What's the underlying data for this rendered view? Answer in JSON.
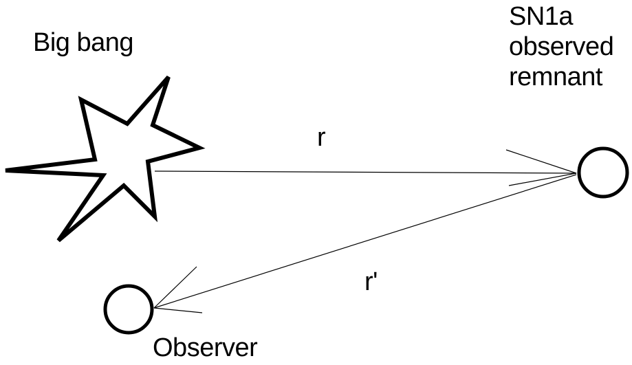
{
  "labels": {
    "big_bang": "Big bang",
    "sn1a_lines": [
      "SN1a",
      "observed",
      "remnant"
    ],
    "r": "r",
    "r_prime": "r'",
    "observer": "Observer"
  },
  "colors": {
    "stroke": "#000000",
    "background": "#ffffff"
  },
  "icons": {
    "big_bang": "explosion-star-icon",
    "remnant": "circle-icon",
    "observer": "circle-icon"
  }
}
